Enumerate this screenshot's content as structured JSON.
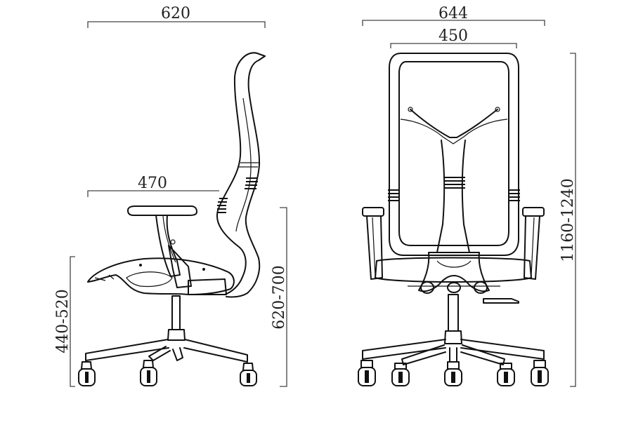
{
  "dimensions": {
    "side_depth": "620",
    "armrest_depth": "470",
    "seat_height": "440-520",
    "armrest_height": "620-700",
    "front_width": "644",
    "back_width": "450",
    "total_height": "1160-1240"
  }
}
